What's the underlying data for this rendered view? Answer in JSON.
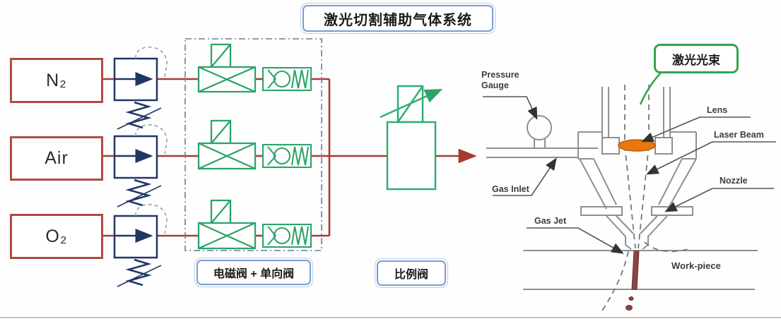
{
  "title": "激光切割辅助气体系统",
  "sources": [
    {
      "label": "N₂"
    },
    {
      "label": "Air"
    },
    {
      "label": "O₂"
    }
  ],
  "component_labels": {
    "solenoid_check": "电磁阀 + 单向阀",
    "proportional": "比例阀",
    "laser_beam_cn": "激光光束"
  },
  "head_labels": {
    "pressure_gauge": "Pressure Gauge",
    "gas_inlet": "Gas Inlet",
    "gas_jet": "Gas Jet",
    "lens": "Lens",
    "laser_beam": "Laser Beam",
    "nozzle": "Nozzle",
    "work_piece": "Work-piece"
  },
  "colors": {
    "flow_line_red": "#a93a32",
    "source_box_border": "#b04a42",
    "regulator_navy": "#203764",
    "valve_green": "#2ca469",
    "callout_green_border": "#33a54c",
    "callout_blue_border": "#7a9cd0",
    "drawing_gray": "#8f8f8f",
    "lens_orange": "#e8770f",
    "kerf_maroon": "#8b4343"
  }
}
